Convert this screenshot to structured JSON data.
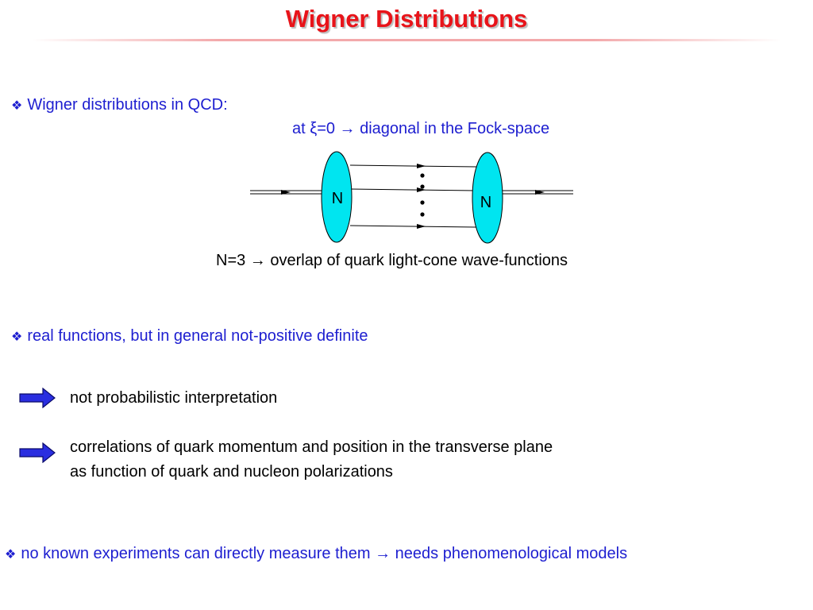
{
  "slide": {
    "title": "Wigner Distributions"
  },
  "bullets": [
    {
      "icon": "diamond-bullet-icon",
      "text": "Wigner distributions in QCD:",
      "color": "#1d1ed0"
    },
    {
      "icon": "diamond-bullet-icon",
      "text": "real functions, but in general not-positive definite",
      "color": "#1d1ed0"
    },
    {
      "icon": "diamond-bullet-icon",
      "text": "no known experiments can directly measure them → needs phenomenological models",
      "color": "#1d1ed0"
    }
  ],
  "subline": "at ξ=0  → diagonal in the Fock-space",
  "diagram": {
    "left_blob_label": "N",
    "right_blob_label": "N",
    "blob_color": "#00e5f0",
    "caption": "N=3 → overlap of quark light-cone wave-functions"
  },
  "implications": [
    {
      "icon": "right-arrow-icon",
      "lines": [
        "not probabilistic interpretation"
      ]
    },
    {
      "icon": "right-arrow-icon",
      "lines": [
        "correlations of quark momentum and position in the transverse plane",
        "as function of quark and nucleon polarizations"
      ]
    }
  ],
  "colors": {
    "title": "#e8141a",
    "accent_blue": "#1d1ed0",
    "arrow_fill": "#2a2ee0"
  }
}
